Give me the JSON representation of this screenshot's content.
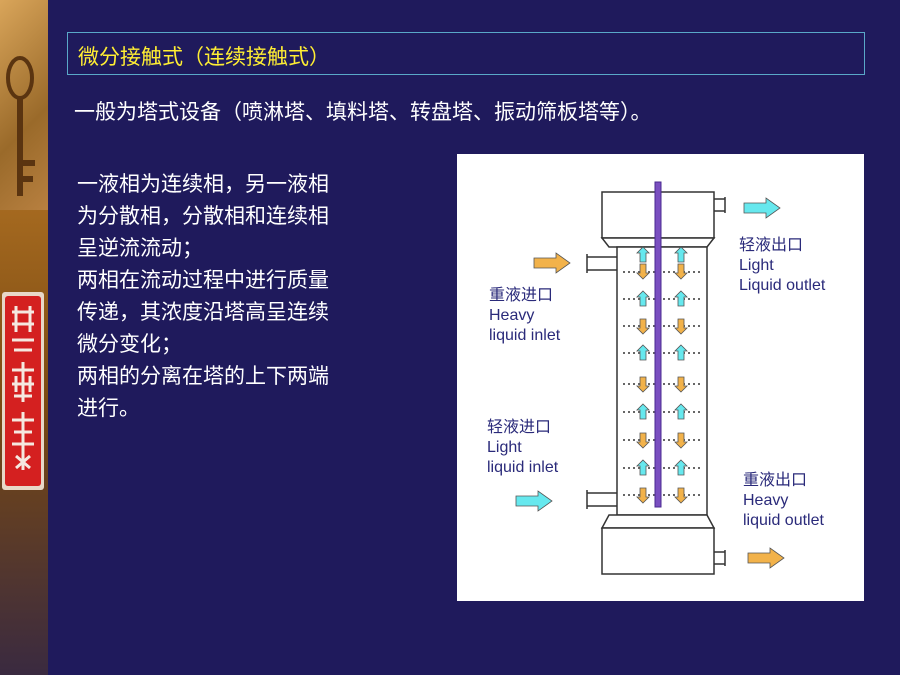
{
  "title": "微分接触式（连续接触式）",
  "subtitle": "一般为塔式设备（喷淋塔、填料塔、转盘塔、振动筛板塔等）。",
  "body_lines": [
    "一液相为连续相，另一液相",
    "为分散相，分散相和连续相",
    "呈逆流流动；",
    "两相在流动过程中进行质量",
    "传递，其浓度沿塔高呈连续",
    "微分变化；",
    "两相的分离在塔的上下两端",
    "进行。"
  ],
  "diagram": {
    "light_outlet": {
      "zh": "轻液出口",
      "en1": "Light",
      "en2": "Liquid outlet"
    },
    "heavy_inlet": {
      "zh": "重液进口",
      "en1": "Heavy",
      "en2": "liquid inlet"
    },
    "light_inlet": {
      "zh": "轻液进口",
      "en1": "Light",
      "en2": "liquid inlet"
    },
    "heavy_outlet": {
      "zh": "重液出口",
      "en1": "Heavy",
      "en2": "liquid outlet"
    }
  },
  "colors": {
    "background": "#1f1a5c",
    "title": "#ffee33",
    "text": "#ffffff",
    "light_arrow": "#66e8ee",
    "heavy_arrow": "#f2b24a",
    "shaft": "#7a4fc0"
  }
}
